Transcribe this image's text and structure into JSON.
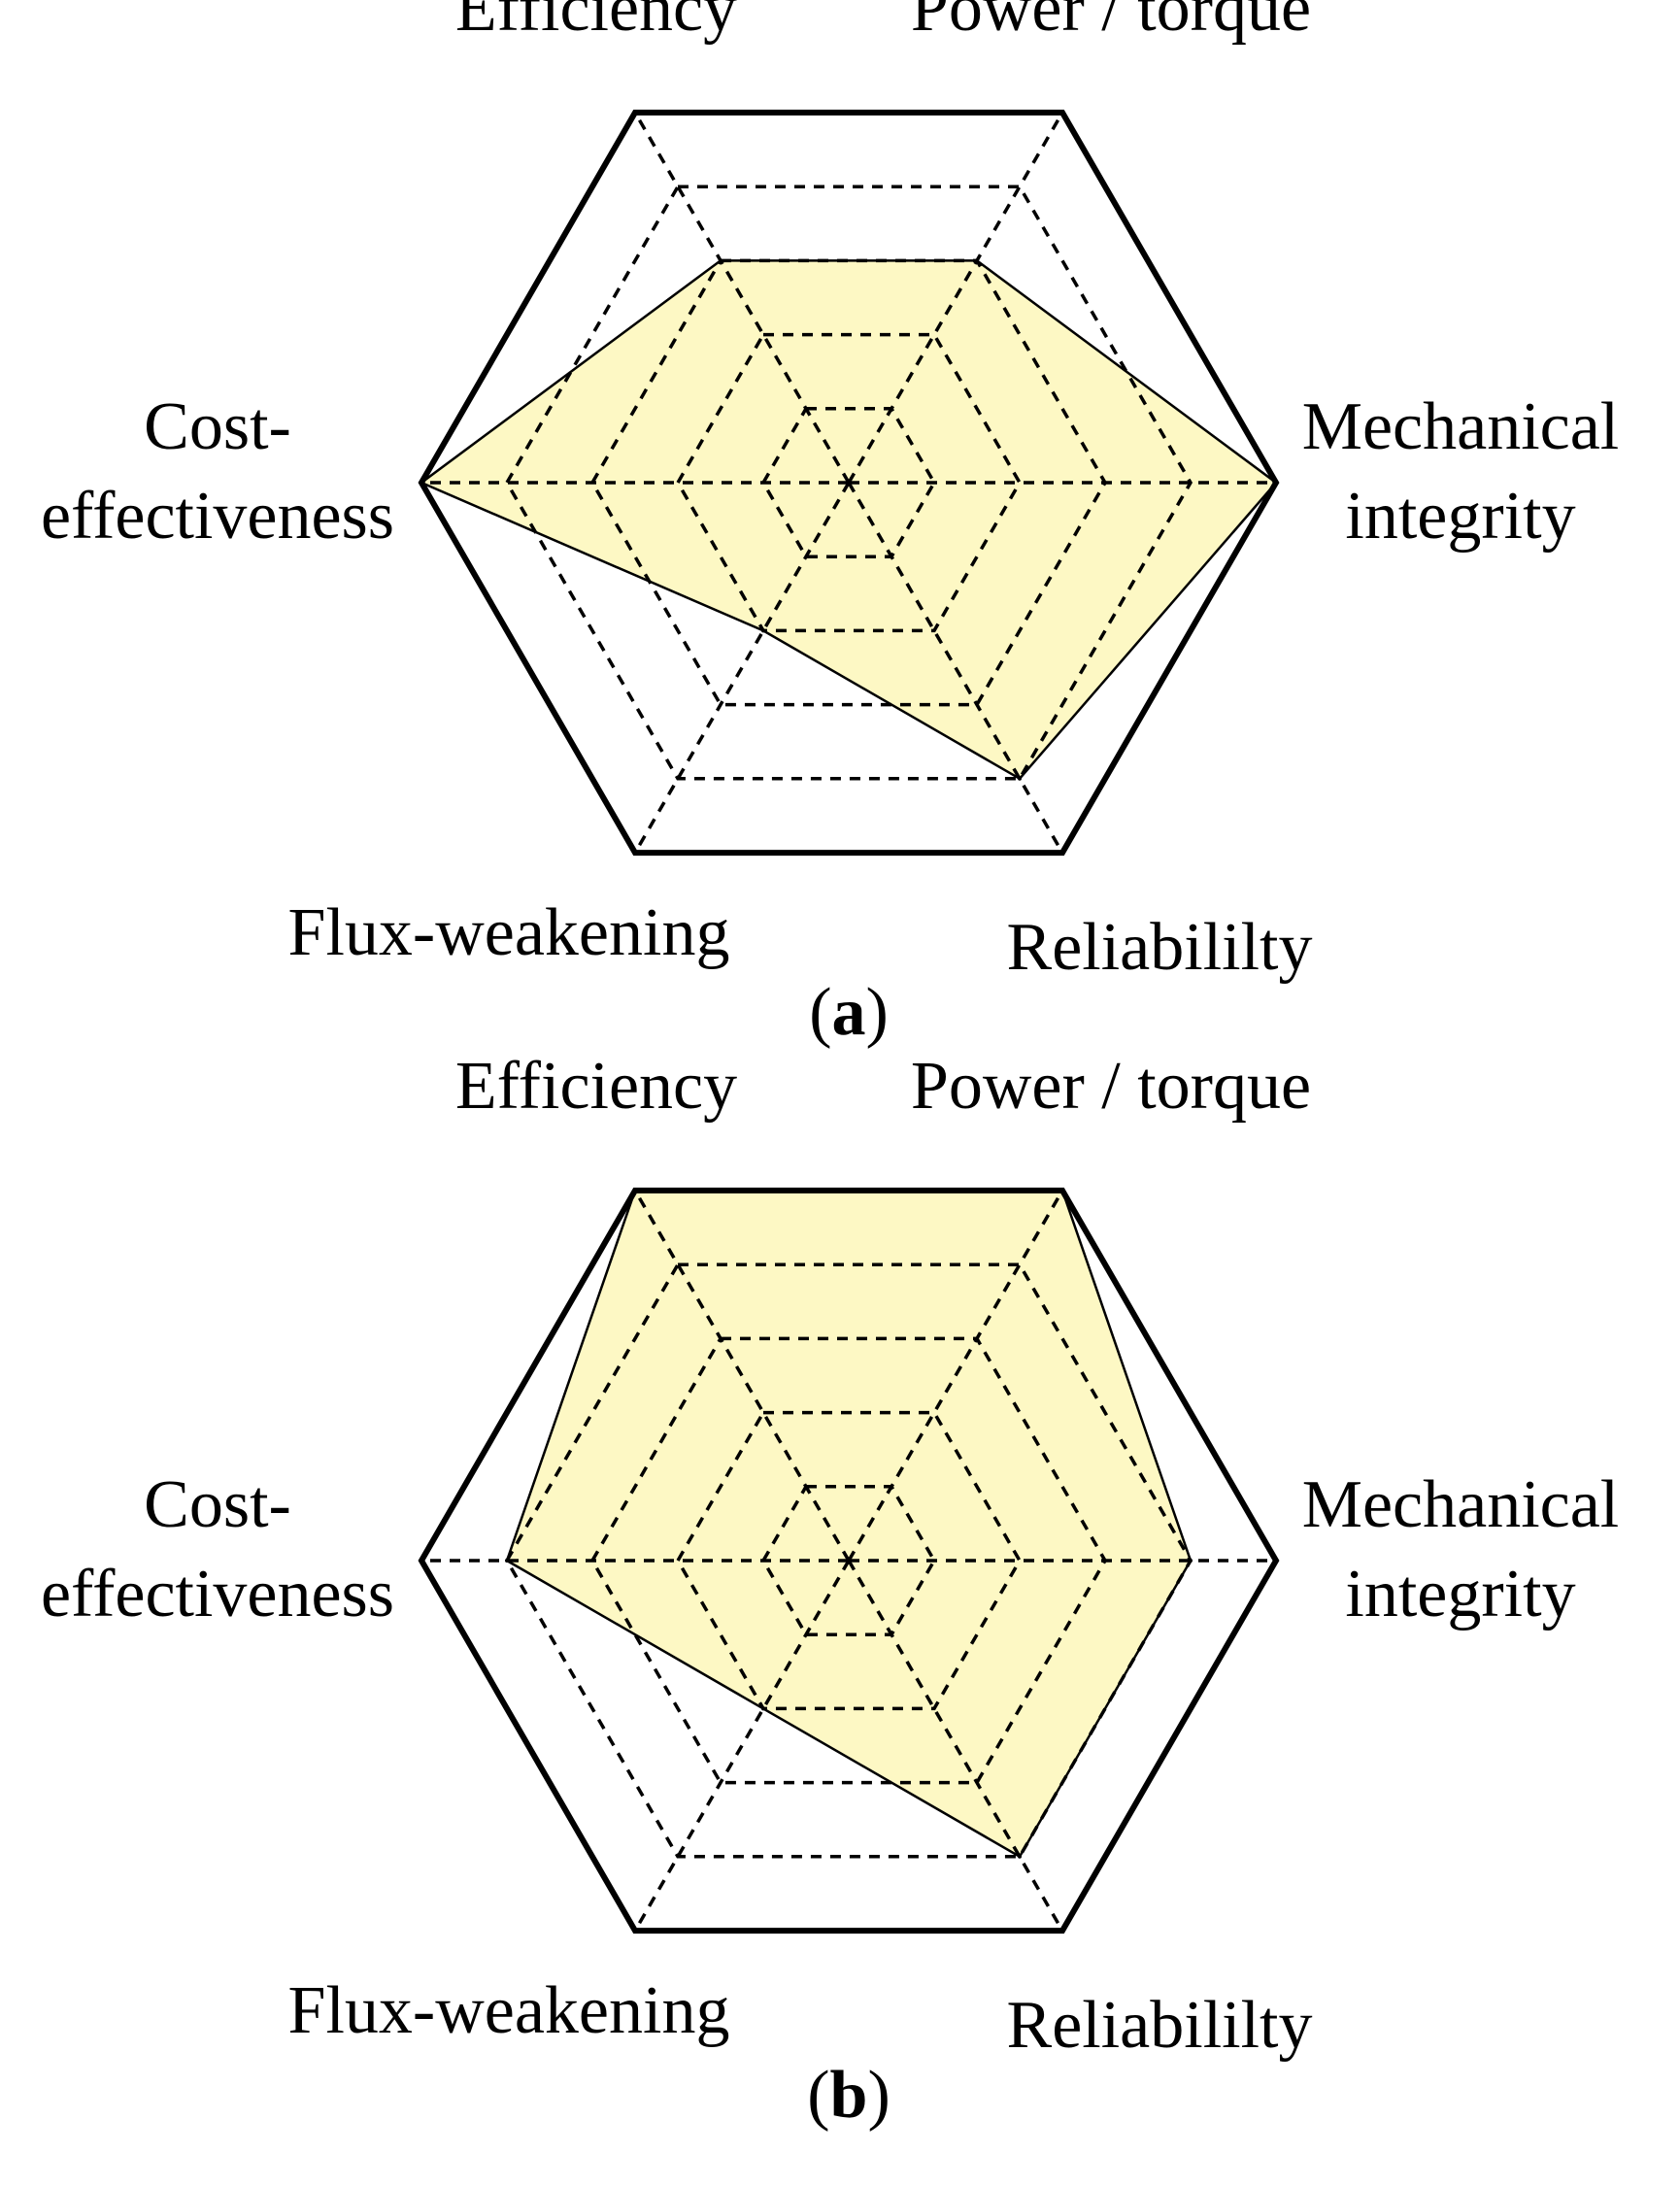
{
  "colors": {
    "fill": "#fdf8c4",
    "line": "#000000",
    "background": "#ffffff"
  },
  "chart_data": [
    {
      "type": "radar",
      "panel_label": "(a)",
      "panel_letter": "a",
      "axes": [
        "Efficiency",
        "Power / torque",
        "Mechanical integrity",
        "Reliabililty",
        "Flux-weakening",
        "Cost-effectiveness"
      ],
      "axis_label_lines": [
        [
          "Efficiency"
        ],
        [
          "Power / torque"
        ],
        [
          "Mechanical",
          "integrity"
        ],
        [
          "Reliabililty"
        ],
        [
          "Flux-weakening"
        ],
        [
          "Cost-",
          "effectiveness"
        ]
      ],
      "levels": 5,
      "rmax": 5,
      "grid": true,
      "values": [
        3,
        3,
        5,
        4,
        2,
        5
      ]
    },
    {
      "type": "radar",
      "panel_label": "(b)",
      "panel_letter": "b",
      "axes": [
        "Efficiency",
        "Power / torque",
        "Mechanical integrity",
        "Reliabililty",
        "Flux-weakening",
        "Cost-effectiveness"
      ],
      "axis_label_lines": [
        [
          "Efficiency"
        ],
        [
          "Power / torque"
        ],
        [
          "Mechanical",
          "integrity"
        ],
        [
          "Reliabililty"
        ],
        [
          "Flux-weakening"
        ],
        [
          "Cost-",
          "effectiveness"
        ]
      ],
      "levels": 5,
      "rmax": 5,
      "grid": true,
      "values": [
        5,
        5,
        4,
        4,
        2,
        4
      ]
    }
  ]
}
